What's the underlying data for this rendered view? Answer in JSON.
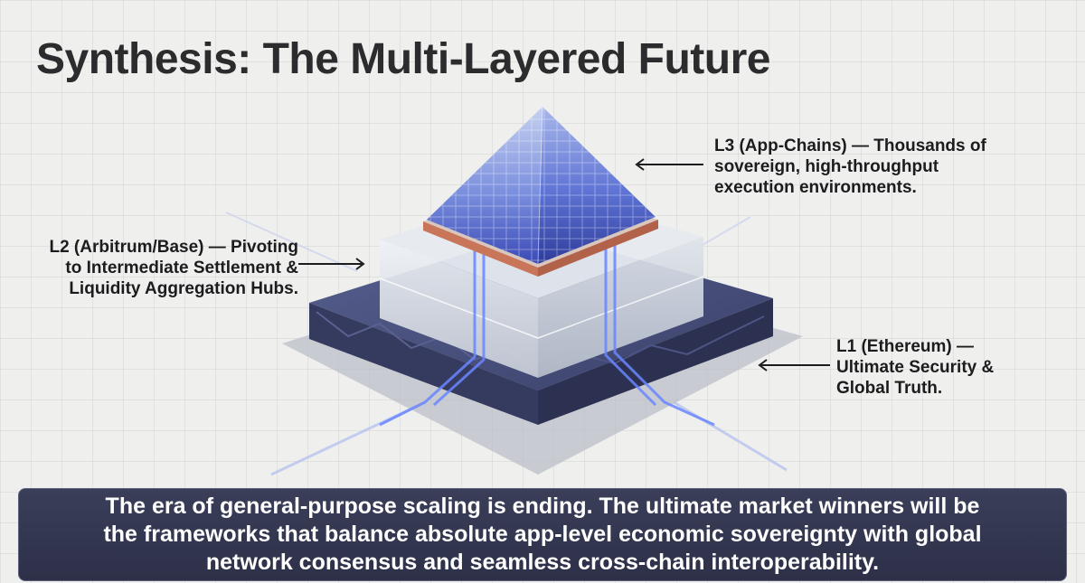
{
  "title": "Synthesis: The Multi-Layered Future",
  "labels": {
    "l3": [
      "L3 (App-Chains) — Thousands of",
      "sovereign, high-throughput",
      "execution environments."
    ],
    "l2": [
      "L2 (Arbitrum/Base) — Pivoting",
      "to Intermediate Settlement &",
      "Liquidity Aggregation Hubs."
    ],
    "l1": [
      "L1 (Ethereum) —",
      "Ultimate Security &",
      "Global Truth."
    ]
  },
  "banner": [
    "The era of general-purpose scaling is ending. The ultimate market winners will be",
    "the frameworks that balance absolute app-level economic sovereignty with global",
    "network consensus and seamless cross-chain interoperability."
  ],
  "colors": {
    "l1_base": "#454b7a",
    "l2_glass": "#dde3ea",
    "l3_blocks_light": "#b9c6ea",
    "l3_blocks_dark": "#3a4ab8",
    "l3_plate": "#c8755a",
    "banner_bg": "#33364f",
    "channel_glow": "#6a86ff"
  }
}
